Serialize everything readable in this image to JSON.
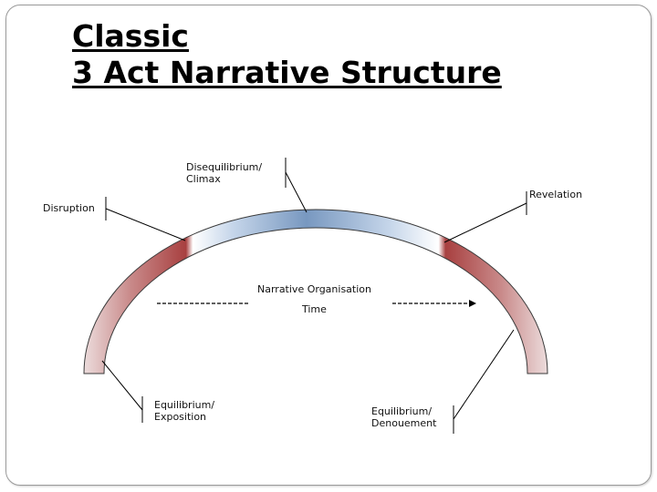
{
  "title": {
    "line1": "Classic",
    "line2": "3 Act Narrative Structure"
  },
  "labels": {
    "disequilibrium_line1": "Disequilibrium/",
    "disequilibrium_line2": "Climax",
    "revelation": "Revelation",
    "disruption": "Disruption",
    "narrative_organisation": "Narrative Organisation",
    "time": "Time",
    "equilibrium_exposition_line1": "Equilibrium/",
    "equilibrium_exposition_line2": "Exposition",
    "equilibrium_denouement_line1": "Equilibrium/",
    "equilibrium_denouement_line2": "Denouement"
  },
  "colors": {
    "arc_red": "#a84040",
    "arc_blue": "#7898c0",
    "arc_light": "#f2f2f2",
    "line": "#000000"
  }
}
